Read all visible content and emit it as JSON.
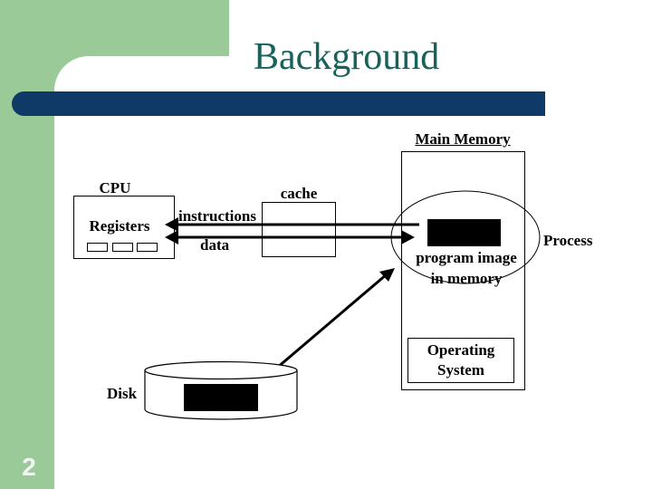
{
  "slide": {
    "title": "Background",
    "page_number": "2"
  },
  "colors": {
    "accent_green": "#9ACA97",
    "bar_navy": "#0F3A68",
    "title_teal": "#17635B",
    "diagram_line": "#000000"
  },
  "diagram": {
    "main_memory": {
      "label": "Main Memory"
    },
    "cpu": {
      "label": "CPU",
      "registers": "Registers"
    },
    "cache": {
      "label": "cache"
    },
    "bus": {
      "instructions": "instructions",
      "data": "data"
    },
    "process": {
      "label": "Process",
      "caption_line1": "program image",
      "caption_line2": "in memory"
    },
    "operating_system": {
      "label": "Operating System"
    },
    "disk": {
      "label": "Disk"
    }
  }
}
